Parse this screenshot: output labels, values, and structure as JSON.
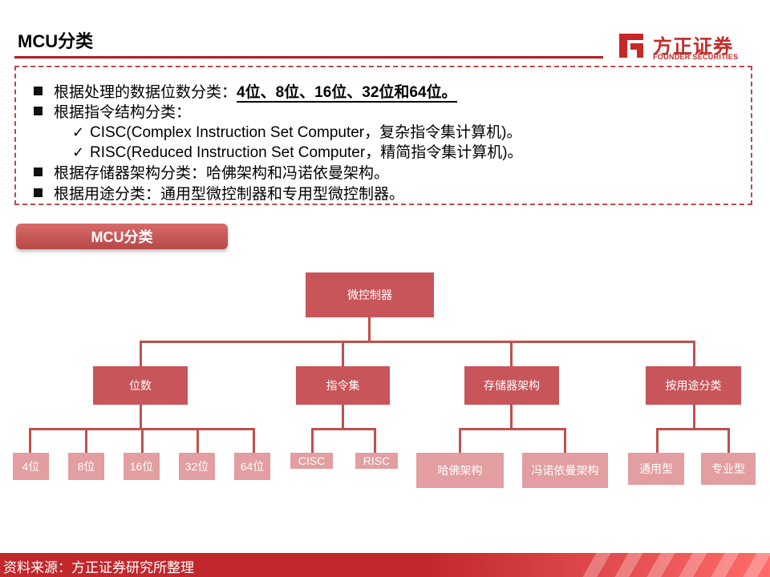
{
  "header": {
    "title": "MCU分类",
    "logo_cn": "方正证券",
    "logo_en": "FOUNDER SECURITIES",
    "brand_color": "#c62828"
  },
  "summary": {
    "lines": [
      {
        "kind": "bullet",
        "text": "根据处理的数据位数分类：",
        "emph": "4位、8位、16位、32位和64位。"
      },
      {
        "kind": "bullet",
        "text": "根据指令结构分类：",
        "emph": ""
      },
      {
        "kind": "check",
        "text": "CISC(Complex Instruction Set Computer，复杂指令集计算机)。",
        "emph": ""
      },
      {
        "kind": "check",
        "text": "RISC(Reduced Instruction Set Computer，精简指令集计算机)。",
        "emph": ""
      },
      {
        "kind": "bullet",
        "text": "根据存储器架构分类：哈佛架构和冯诺依曼架构。",
        "emph": ""
      },
      {
        "kind": "bullet",
        "text": "根据用途分类：通用型微控制器和专用型微控制器。",
        "emph": ""
      }
    ]
  },
  "section_label": "MCU分类",
  "tree": {
    "root": "微控制器",
    "branches": [
      {
        "label": "位数",
        "children": [
          "4位",
          "8位",
          "16位",
          "32位",
          "64位"
        ]
      },
      {
        "label": "指令集",
        "children": [
          "CISC",
          "RISC"
        ]
      },
      {
        "label": "存储器架构",
        "children": [
          "哈佛架构",
          "冯诺依曼架构"
        ]
      },
      {
        "label": "按用途分类",
        "children": [
          "通用型",
          "专业型"
        ]
      }
    ]
  },
  "footer": {
    "source": "资料来源：方正证券研究所整理"
  }
}
